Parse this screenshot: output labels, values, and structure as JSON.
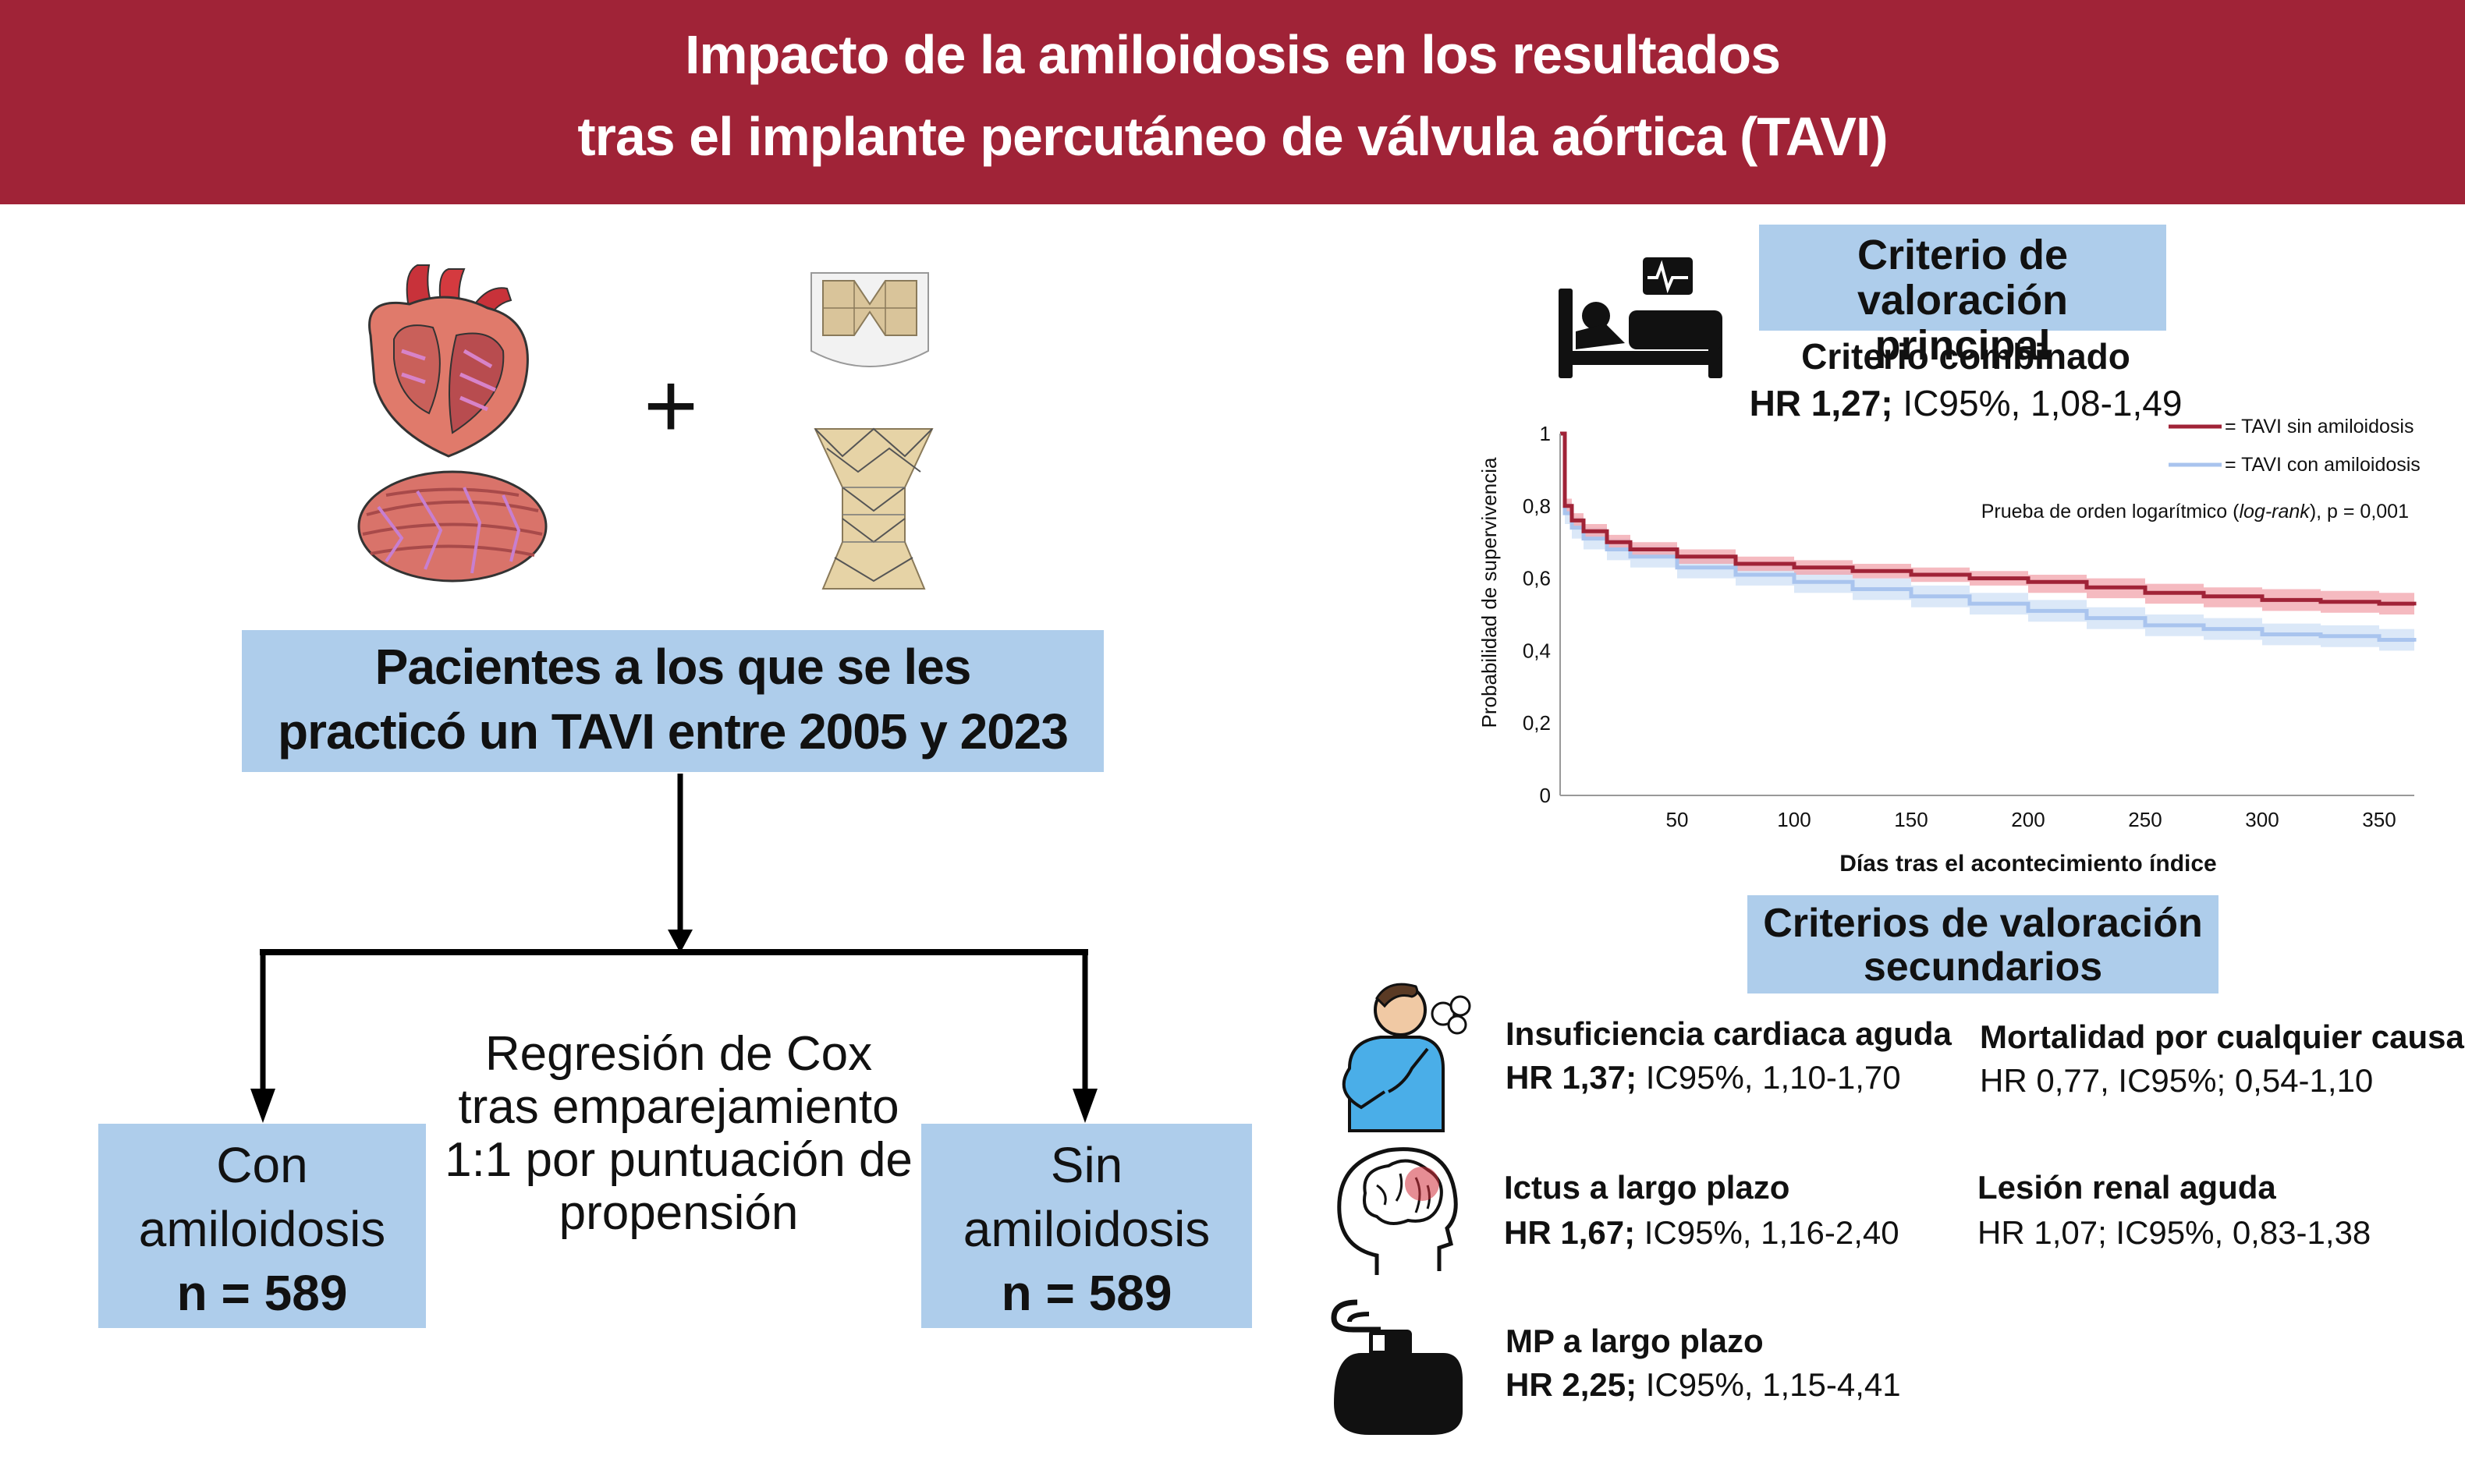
{
  "banner": {
    "line1": "Impacto de la amiloidosis en los resultados",
    "line2": "tras el implante percutáneo de válvula aórtica (TAVI)"
  },
  "left": {
    "plus": "+",
    "patients_line1": "Pacientes a los que se les",
    "patients_line2": "practicó un TAVI entre 2005 y 2023",
    "method_line1": "Regresión de Cox",
    "method_line2": "tras emparejamiento",
    "method_line3": "1:1 por puntuación de",
    "method_line4": "propensión",
    "with_line1": "Con",
    "with_line2": "amiloidosis",
    "with_n": "n = 589",
    "without_line1": "Sin",
    "without_line2": "amiloidosis",
    "without_n": "n = 589"
  },
  "primary": {
    "title_line1": "Criterio de valoración",
    "title_line2": "principal",
    "subtitle": "Criterio combinado",
    "hr": "HR 1,27;",
    "ci": " IC95%, 1,08-1,49"
  },
  "chart_data": {
    "type": "line",
    "xlabel": "Días tras el acontecimiento índice",
    "ylabel": "Probabilidad de supervivencia",
    "xlim": [
      0,
      365
    ],
    "ylim": [
      0,
      1
    ],
    "xticks": [
      50,
      100,
      150,
      200,
      250,
      300,
      350
    ],
    "xtick_labels": [
      "50",
      "100",
      "150",
      "200",
      "250",
      "300",
      "350"
    ],
    "yticks": [
      0,
      0.2,
      0.4,
      0.6,
      0.8,
      1
    ],
    "ytick_labels": [
      "0",
      "0,2",
      "0,4",
      "0,6",
      "0,8",
      "1"
    ],
    "legend_position": "top-right",
    "annotation_prefix": "Prueba de orden logarítmico (",
    "annotation_italic": "log-rank",
    "annotation_suffix": "), p = 0,001",
    "series": [
      {
        "name": "= TAVI sin amiloidosis",
        "color": "#a02337",
        "band_color": "#f2a3ab",
        "x": [
          0,
          2,
          5,
          10,
          20,
          30,
          50,
          75,
          100,
          125,
          150,
          175,
          200,
          225,
          250,
          275,
          300,
          325,
          350,
          365
        ],
        "y": [
          1.0,
          0.8,
          0.76,
          0.73,
          0.7,
          0.68,
          0.66,
          0.64,
          0.63,
          0.62,
          0.61,
          0.6,
          0.59,
          0.575,
          0.56,
          0.55,
          0.54,
          0.535,
          0.53,
          0.525
        ],
        "y_low": [
          1.0,
          0.78,
          0.74,
          0.71,
          0.68,
          0.66,
          0.64,
          0.62,
          0.61,
          0.6,
          0.59,
          0.58,
          0.56,
          0.545,
          0.53,
          0.52,
          0.51,
          0.505,
          0.5,
          0.495
        ],
        "y_high": [
          1.0,
          0.82,
          0.78,
          0.75,
          0.72,
          0.7,
          0.68,
          0.66,
          0.65,
          0.64,
          0.63,
          0.62,
          0.61,
          0.6,
          0.585,
          0.575,
          0.57,
          0.565,
          0.56,
          0.555
        ]
      },
      {
        "name": "= TAVI con amiloidosis",
        "color": "#a9c4ee",
        "band_color": "#cfe0f5",
        "x": [
          0,
          2,
          5,
          10,
          20,
          30,
          50,
          75,
          100,
          125,
          150,
          175,
          200,
          225,
          250,
          275,
          300,
          325,
          350,
          365
        ],
        "y": [
          1.0,
          0.78,
          0.74,
          0.71,
          0.68,
          0.66,
          0.63,
          0.61,
          0.59,
          0.57,
          0.55,
          0.53,
          0.51,
          0.49,
          0.47,
          0.46,
          0.445,
          0.44,
          0.43,
          0.425
        ],
        "y_low": [
          1.0,
          0.75,
          0.71,
          0.68,
          0.65,
          0.63,
          0.6,
          0.58,
          0.56,
          0.54,
          0.52,
          0.5,
          0.48,
          0.46,
          0.44,
          0.43,
          0.415,
          0.41,
          0.4,
          0.395
        ],
        "y_high": [
          1.0,
          0.81,
          0.77,
          0.74,
          0.71,
          0.69,
          0.66,
          0.64,
          0.62,
          0.6,
          0.58,
          0.56,
          0.54,
          0.52,
          0.5,
          0.49,
          0.475,
          0.47,
          0.46,
          0.455
        ]
      }
    ]
  },
  "secondary": {
    "title_line1": "Criterios de valoración",
    "title_line2": "secundarios",
    "items": [
      {
        "name": "Insuficiencia cardiaca aguda",
        "hr": "HR 1,37;",
        "ci": " IC95%, 1,10-1,70",
        "icon": "breathless-person-icon"
      },
      {
        "name": "Mortalidad por cualquier causa",
        "hr": "HR 0,77, IC95%; 0,54-1,10"
      },
      {
        "name": "Ictus a largo plazo",
        "hr": "HR 1,67;",
        "ci": " IC95%, 1,16-2,40",
        "icon": "brain-head-icon"
      },
      {
        "name": "Lesión renal aguda",
        "hr": "HR 1,07; IC95%, 0,83-1,38"
      },
      {
        "name": "MP a largo plazo",
        "hr": "HR 2,25;",
        "ci": " IC95%, 1,15-4,41",
        "icon": "pacemaker-icon"
      }
    ]
  },
  "colors": {
    "banner": "#a02337",
    "box": "#aecdeb"
  }
}
